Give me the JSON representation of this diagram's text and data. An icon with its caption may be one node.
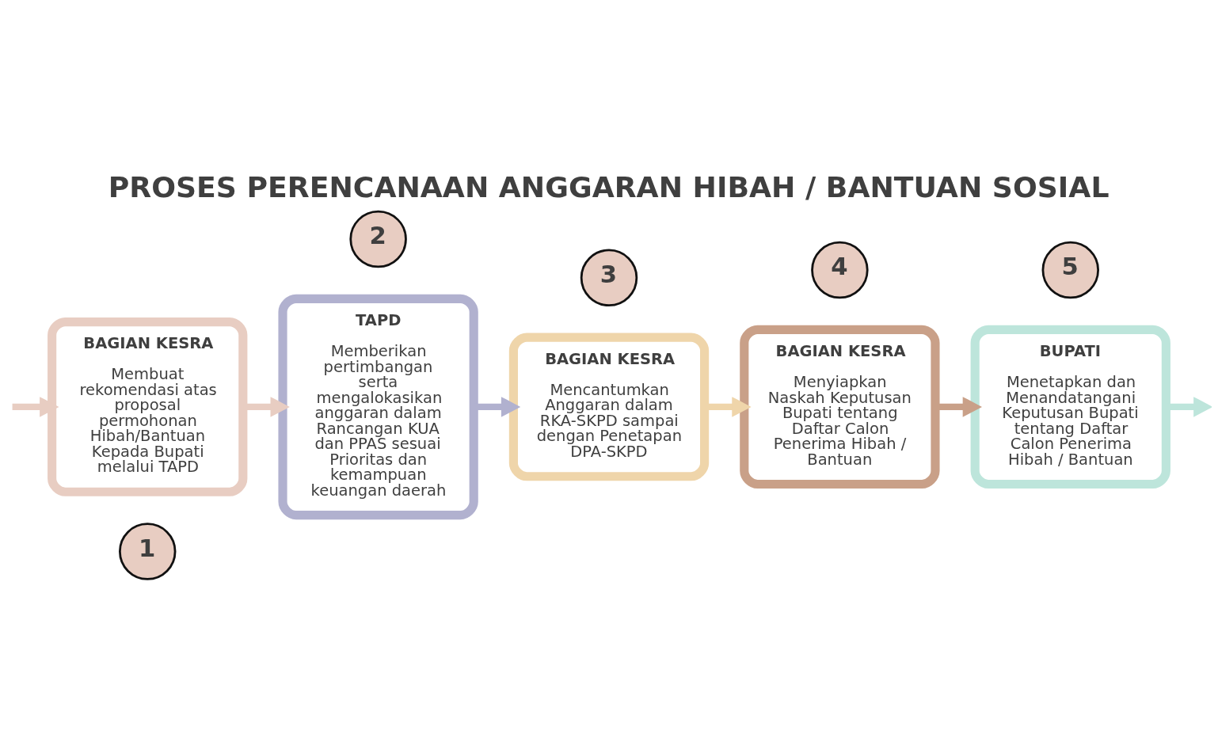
{
  "diagram": {
    "title": "PROSES PERENCANAAN ANGGARAN HIBAH / BANTUAN SOSIAL",
    "nodes": [
      {
        "text": [
          "1"
        ]
      },
      {
        "text": [
          "BAGIAN KESRA",
          "Membuat rekomendasi atas proposal permohonan Hibah/Bantuan Kepada Bupati melalui TAPD"
        ]
      },
      {
        "text": [
          "2"
        ]
      },
      {
        "text": [
          "TAPD",
          "Memberikan pertimbangan serta mengalokasikan anggaran dalam Rancangan KUA dan PPAS sesuai Prioritas dan kemampuan keuangan daerah"
        ]
      },
      {
        "text": [
          "3"
        ]
      },
      {
        "text": [
          "BAGIAN KESRA",
          "Mencantumkan Anggaran dalam RKA-SKPD sampai dengan Penetapan DPA-SKPD"
        ]
      },
      {
        "text": [
          "4"
        ]
      },
      {
        "text": [
          "BAGIAN KESRA",
          "Menyiapkan Naskah Keputusan Bupati tentang Daftar Calon Penerima Hibah / Bantuan"
        ]
      },
      {
        "text": [
          "5"
        ]
      },
      {
        "text": [
          "BUPATI",
          "Menetapkan dan Menandatangani Keputusan Bupati tentang Daftar Calon Penerima Hibah / Bantuan"
        ]
      }
    ],
    "edges": [
      {
        "from": null,
        "to": 1,
        "arrow": "to",
        "color": "#e8cdc2"
      },
      {
        "from": 1,
        "to": 3,
        "arrow": "to",
        "color": "#e8cdc2"
      },
      {
        "from": 3,
        "to": 5,
        "arrow": "to",
        "color": "#b1b1cf"
      },
      {
        "from": 5,
        "to": 7,
        "arrow": "to",
        "color": "#efd5aa"
      },
      {
        "from": 7,
        "to": 9,
        "arrow": "to",
        "color": "#c9a088"
      },
      {
        "from": 9,
        "to": null,
        "arrow": "to",
        "color": "#bde5db"
      }
    ]
  }
}
